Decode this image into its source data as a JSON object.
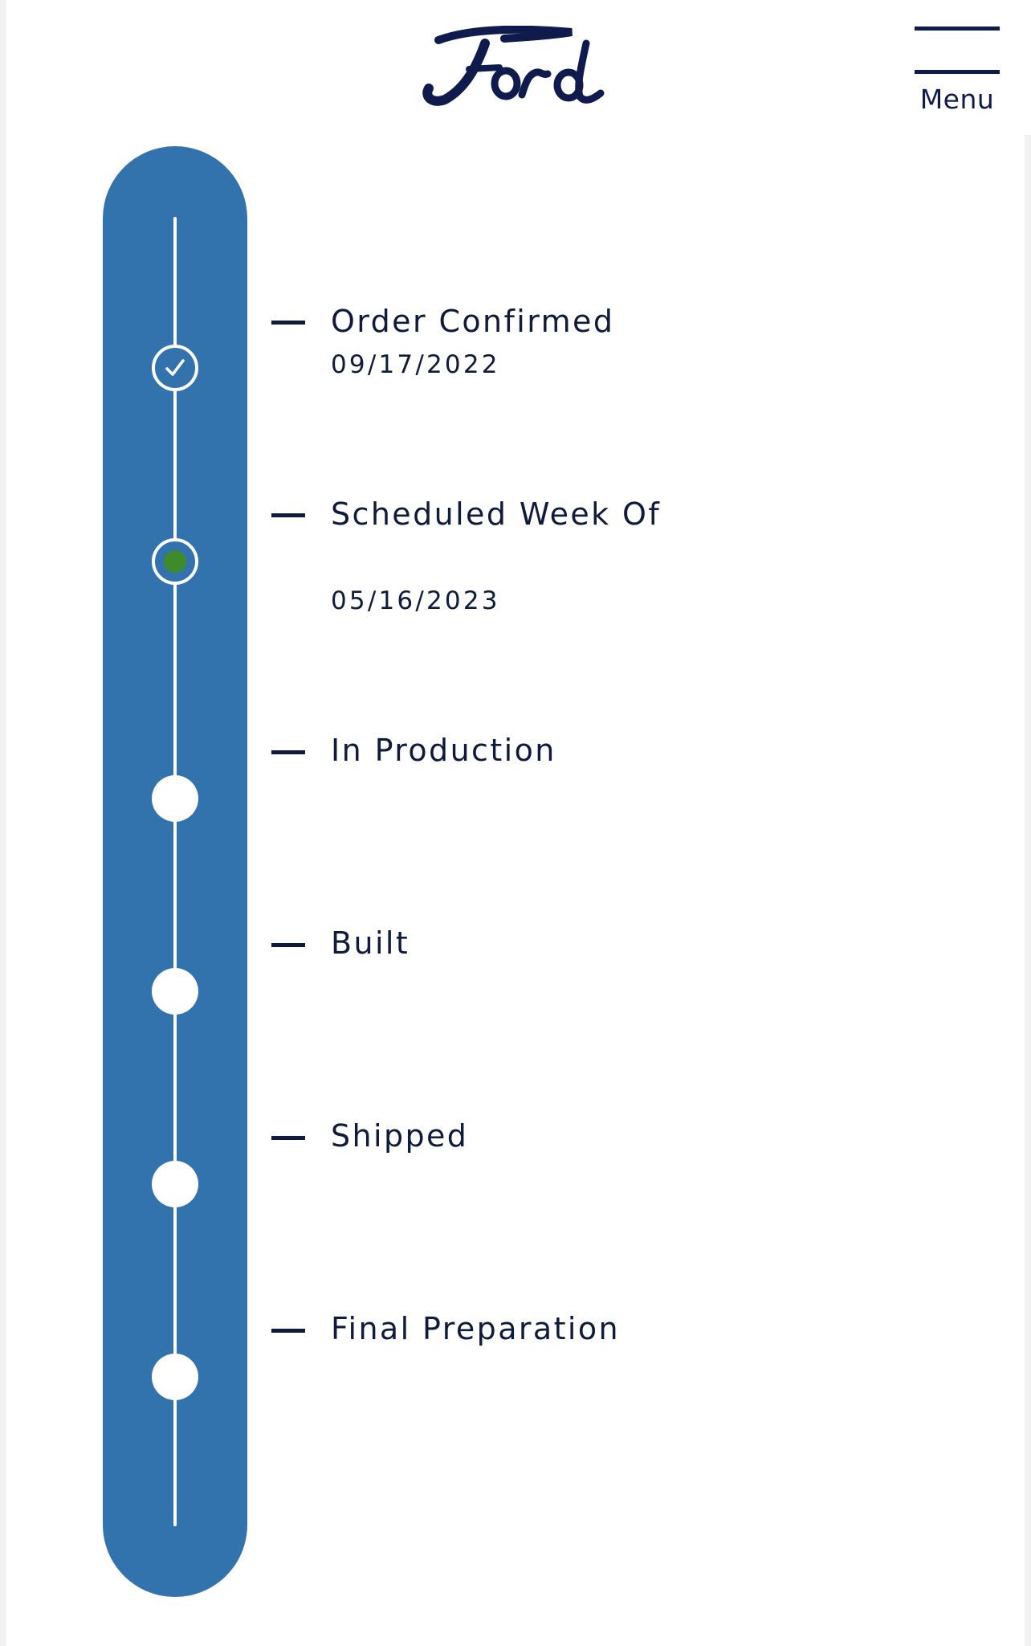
{
  "header": {
    "brand_icon": "ford-oval-script-logo",
    "brand_wordmark": "Ford",
    "menu_icon": "hamburger-menu-icon",
    "menu_label": "Menu"
  },
  "timeline": {
    "stages": [
      {
        "title": "Order Confirmed",
        "date": "09/17/2022",
        "status": "complete"
      },
      {
        "title": "Scheduled Week Of",
        "date": "05/16/2023",
        "status": "current"
      },
      {
        "title": "In Production",
        "status": "pending"
      },
      {
        "title": "Built",
        "status": "pending"
      },
      {
        "title": "Shipped",
        "status": "pending"
      },
      {
        "title": "Final Preparation",
        "status": "pending"
      }
    ]
  },
  "colors": {
    "brand_navy": "#0f1b4c",
    "rail_blue": "#3373ad",
    "current_dot_green": "#3f8b2c",
    "text": "#0f1b3a",
    "background": "#ffffff"
  }
}
